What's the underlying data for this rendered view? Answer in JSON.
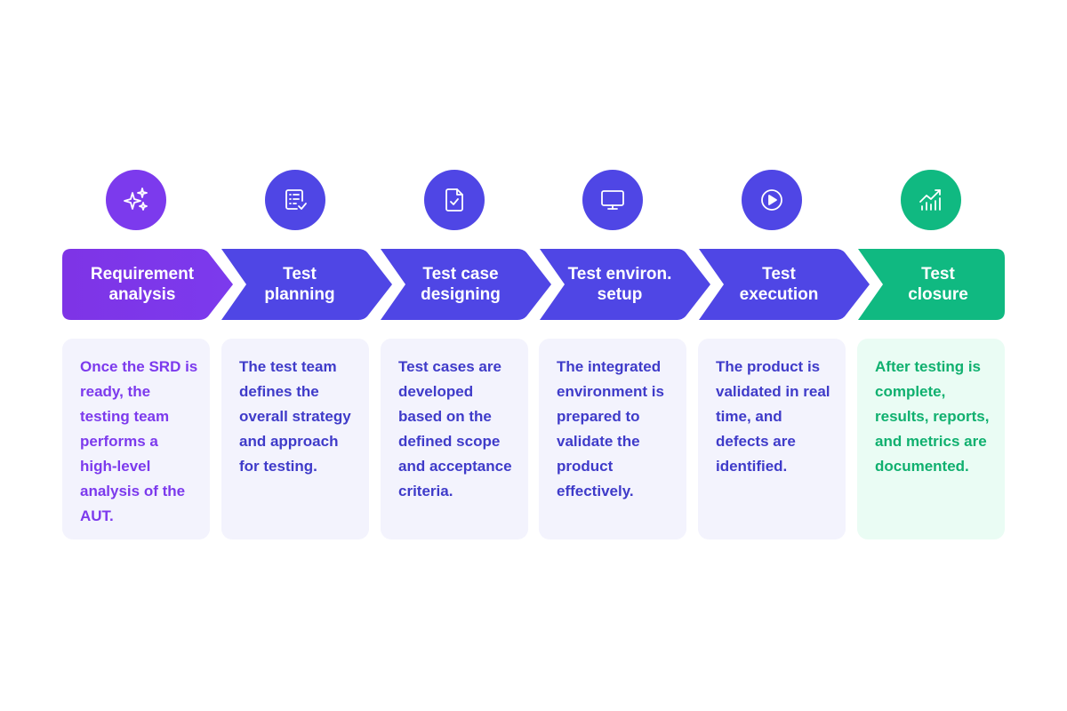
{
  "steps": [
    {
      "label_line1": "Requirement",
      "label_line2": "analysis",
      "description": "Once the SRD is ready, the testing team performs a high-level analysis of the AUT.",
      "icon": "sparkles-icon",
      "color": "#7C3AED"
    },
    {
      "label_line1": "Test",
      "label_line2": "planning",
      "description": "The test team defines the overall strategy and approach for testing.",
      "icon": "checklist-icon",
      "color": "#4F46E5"
    },
    {
      "label_line1": "Test case",
      "label_line2": "designing",
      "description": "Test cases are developed based on the defined scope and acceptance criteria.",
      "icon": "document-check-icon",
      "color": "#4F46E5"
    },
    {
      "label_line1": "Test environ.",
      "label_line2": "setup",
      "description": "The integrated environment is prepared to validate the product effectively.",
      "icon": "monitor-icon",
      "color": "#4F46E5"
    },
    {
      "label_line1": "Test",
      "label_line2": "execution",
      "description": "The product is validated in real time, and defects are identified.",
      "icon": "play-circle-icon",
      "color": "#4F46E5"
    },
    {
      "label_line1": "Test",
      "label_line2": "closure",
      "description": "After testing is complete, results, reports, and metrics are documented.",
      "icon": "chart-trend-icon",
      "color": "#10B981"
    }
  ],
  "colors": {
    "purple": "#7C3AED",
    "indigo": "#4F46E5",
    "green": "#10B981",
    "card_bg": "#F3F3FD",
    "card_bg_green": "#EAFCF4",
    "text_purple": "#7C3AED",
    "text_indigo": "#3F3BC9",
    "text_green": "#10B06F"
  }
}
